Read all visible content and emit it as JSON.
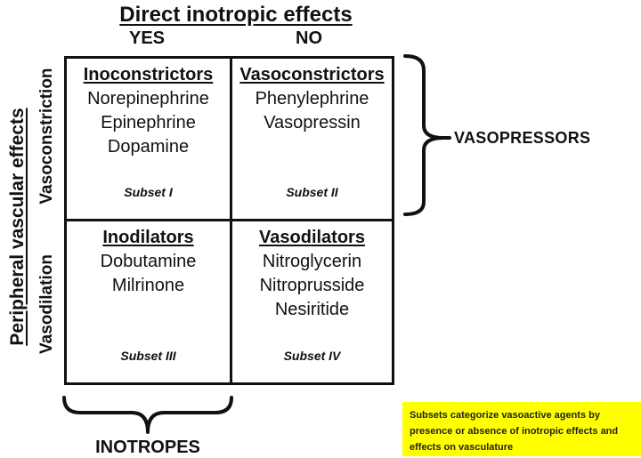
{
  "title": "Direct inotropic effects",
  "columns": {
    "yes": "YES",
    "no": "NO"
  },
  "y_axis": {
    "label": "Peripheral vascular effects",
    "top": "Vasoconstriction",
    "bottom": "Vasodilation"
  },
  "quadrants": [
    {
      "name": "Inoconstrictors",
      "drugs": [
        "Norepinephrine",
        "Epinephrine",
        "Dopamine"
      ],
      "subset": "Subset I"
    },
    {
      "name": "Vasoconstrictors",
      "drugs": [
        "Phenylephrine",
        "Vasopressin"
      ],
      "subset": "Subset II"
    },
    {
      "name": "Inodilators",
      "drugs": [
        "Dobutamine",
        "Milrinone"
      ],
      "subset": "Subset III"
    },
    {
      "name": "Vasodilators",
      "drugs": [
        "Nitroglycerin",
        "Nitroprusside",
        "Nesiritide"
      ],
      "subset": "Subset IV"
    }
  ],
  "brackets": {
    "right_label": "VASOPRESSORS",
    "bottom_label": "INOTROPES"
  },
  "note": {
    "lines": [
      "Subsets categorize vasoactive agents by",
      "presence or absence of inotropic effects and",
      "effects on vasculature"
    ]
  },
  "colors": {
    "ink": "#111111",
    "note_bg": "#FFFF00",
    "background": "#FFFFFF"
  }
}
